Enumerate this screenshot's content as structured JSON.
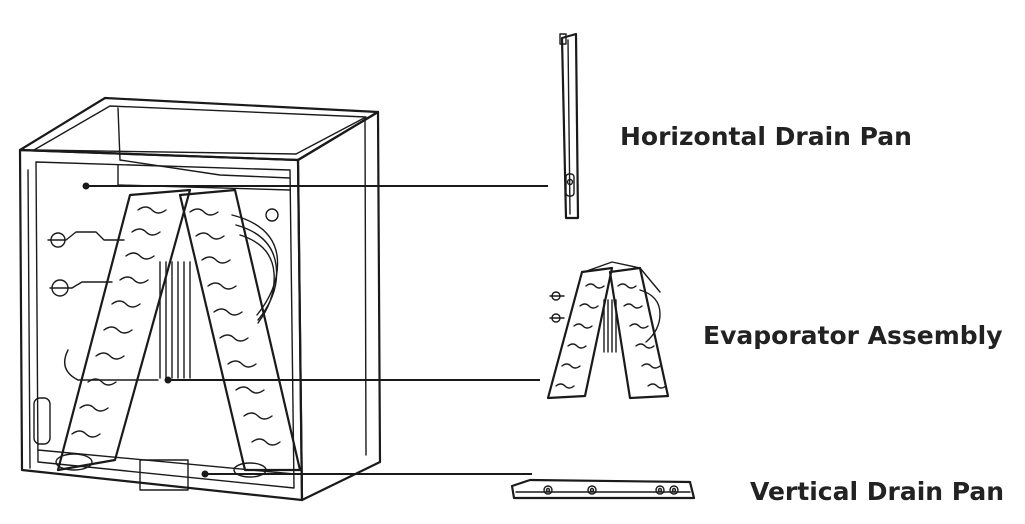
{
  "callouts": {
    "horizontal_drain_pan": "Horizontal Drain Pan",
    "evaporator_assembly": "Evaporator Assembly",
    "vertical_drain_pan": "Vertical Drain Pan"
  },
  "colors": {
    "line": "#1a1a1a",
    "text": "#222222",
    "background": "#ffffff"
  }
}
